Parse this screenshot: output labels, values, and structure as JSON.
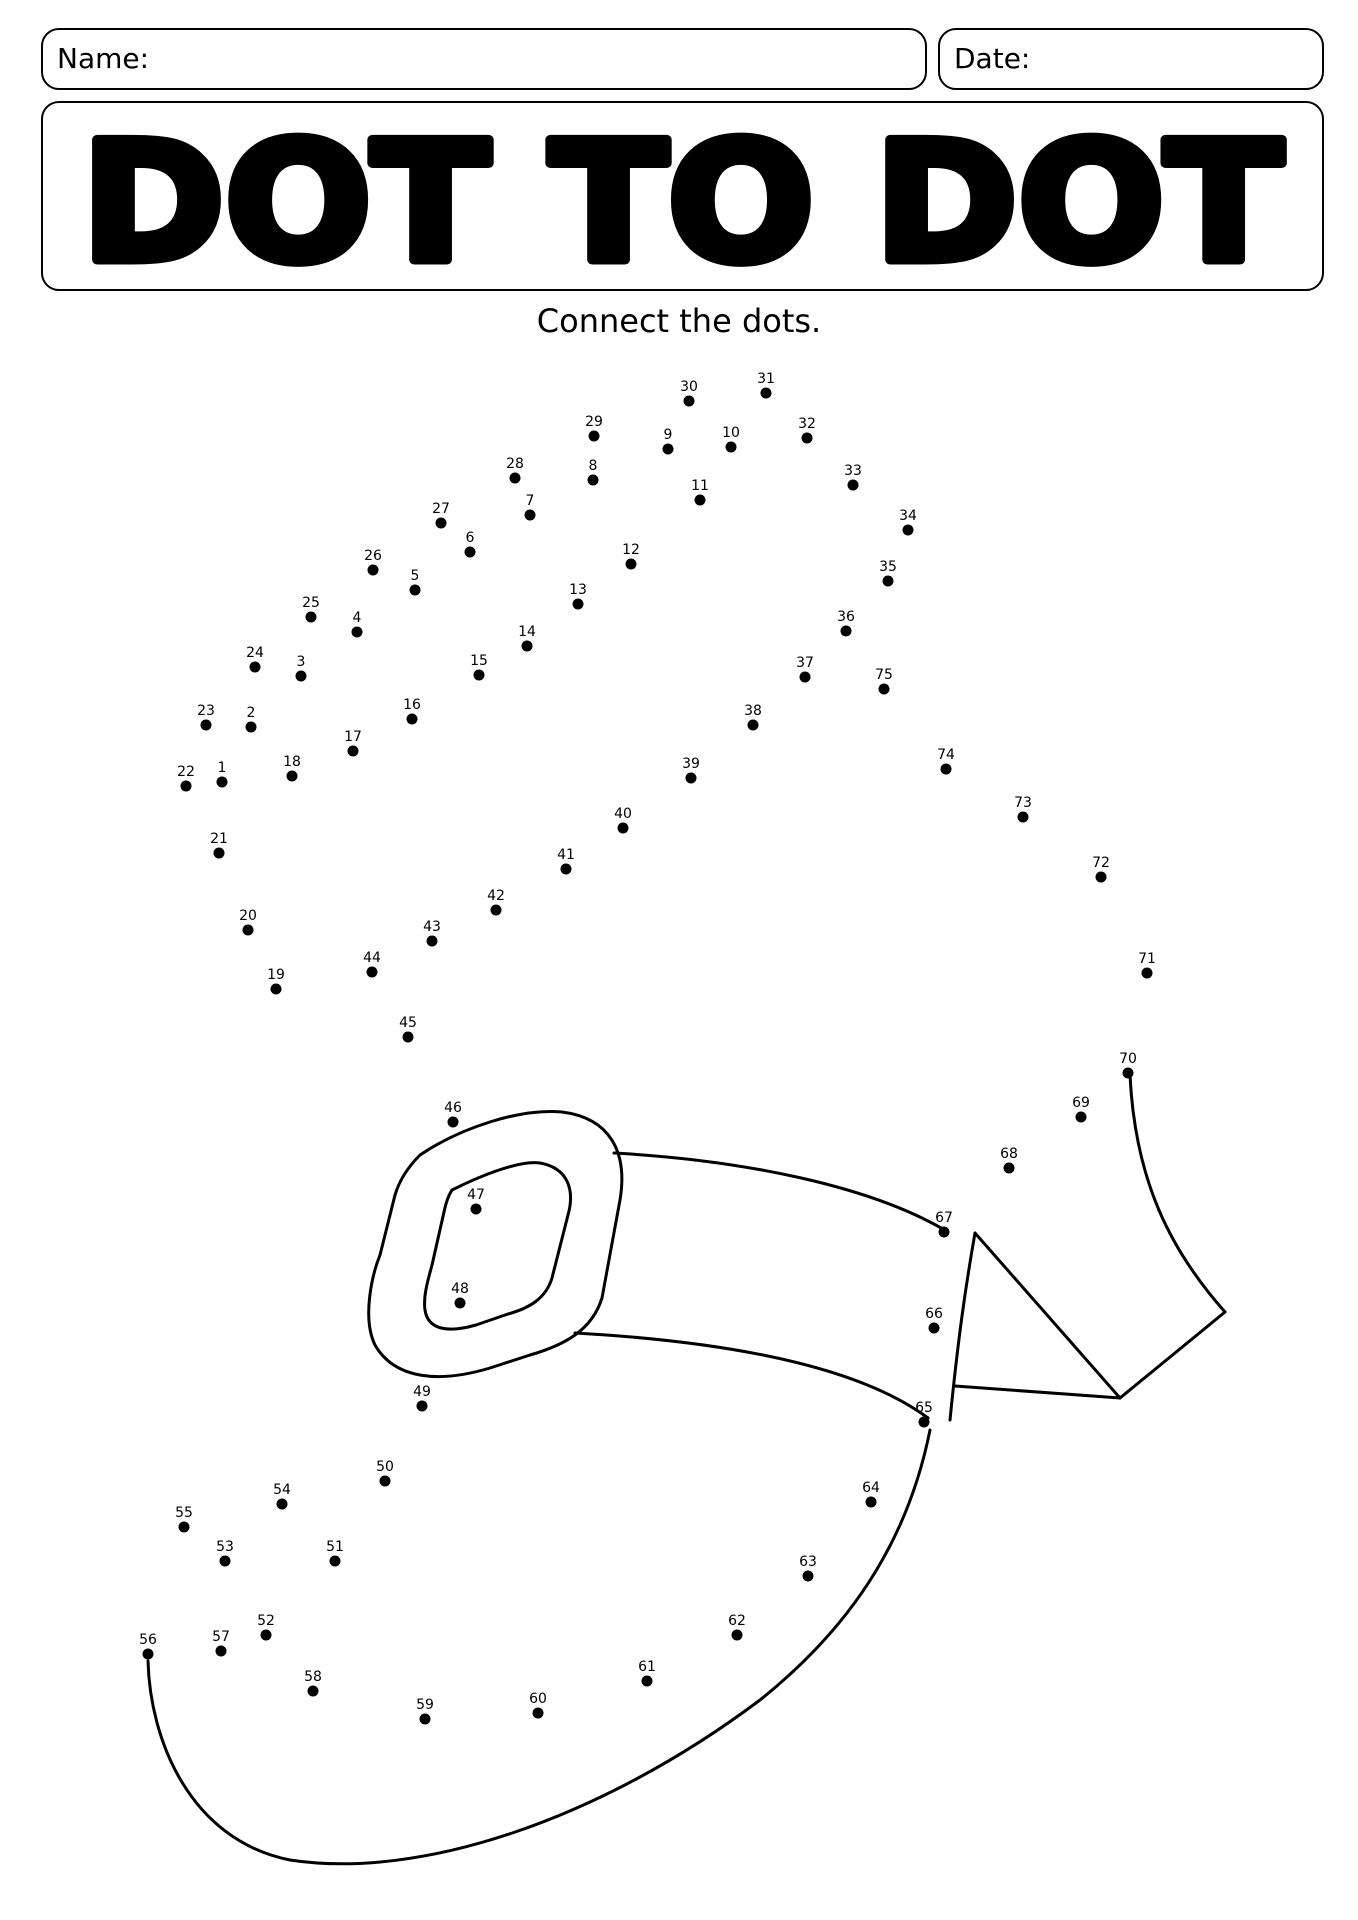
{
  "header": {
    "name_label": "Name:",
    "name_value": "",
    "date_label": "Date:",
    "date_value": ""
  },
  "title": "DOT TO DOT",
  "instruction": "Connect the dots.",
  "dots": [
    {
      "n": "1"
    },
    {
      "n": "2"
    },
    {
      "n": "3"
    },
    {
      "n": "4"
    },
    {
      "n": "5"
    },
    {
      "n": "6"
    },
    {
      "n": "7"
    },
    {
      "n": "8"
    },
    {
      "n": "9"
    },
    {
      "n": "10"
    },
    {
      "n": "11"
    },
    {
      "n": "12"
    },
    {
      "n": "13"
    },
    {
      "n": "14"
    },
    {
      "n": "15"
    },
    {
      "n": "16"
    },
    {
      "n": "17"
    },
    {
      "n": "18"
    },
    {
      "n": "19"
    },
    {
      "n": "20"
    },
    {
      "n": "21"
    },
    {
      "n": "22"
    },
    {
      "n": "23"
    },
    {
      "n": "24"
    },
    {
      "n": "25"
    },
    {
      "n": "26"
    },
    {
      "n": "27"
    },
    {
      "n": "28"
    },
    {
      "n": "29"
    },
    {
      "n": "30"
    },
    {
      "n": "31"
    },
    {
      "n": "32"
    },
    {
      "n": "33"
    },
    {
      "n": "34"
    },
    {
      "n": "35"
    },
    {
      "n": "36"
    },
    {
      "n": "37"
    },
    {
      "n": "38"
    },
    {
      "n": "39"
    },
    {
      "n": "40"
    },
    {
      "n": "41"
    },
    {
      "n": "42"
    },
    {
      "n": "43"
    },
    {
      "n": "44"
    },
    {
      "n": "45"
    },
    {
      "n": "46"
    },
    {
      "n": "47"
    },
    {
      "n": "48"
    },
    {
      "n": "49"
    },
    {
      "n": "50"
    },
    {
      "n": "51"
    },
    {
      "n": "52"
    },
    {
      "n": "53"
    },
    {
      "n": "54"
    },
    {
      "n": "55"
    },
    {
      "n": "56"
    },
    {
      "n": "57"
    },
    {
      "n": "58"
    },
    {
      "n": "59"
    },
    {
      "n": "60"
    },
    {
      "n": "61"
    },
    {
      "n": "62"
    },
    {
      "n": "63"
    },
    {
      "n": "64"
    },
    {
      "n": "65"
    },
    {
      "n": "66"
    },
    {
      "n": "67"
    },
    {
      "n": "68"
    },
    {
      "n": "69"
    },
    {
      "n": "70"
    },
    {
      "n": "71"
    },
    {
      "n": "72"
    },
    {
      "n": "73"
    },
    {
      "n": "74"
    },
    {
      "n": "75"
    }
  ]
}
